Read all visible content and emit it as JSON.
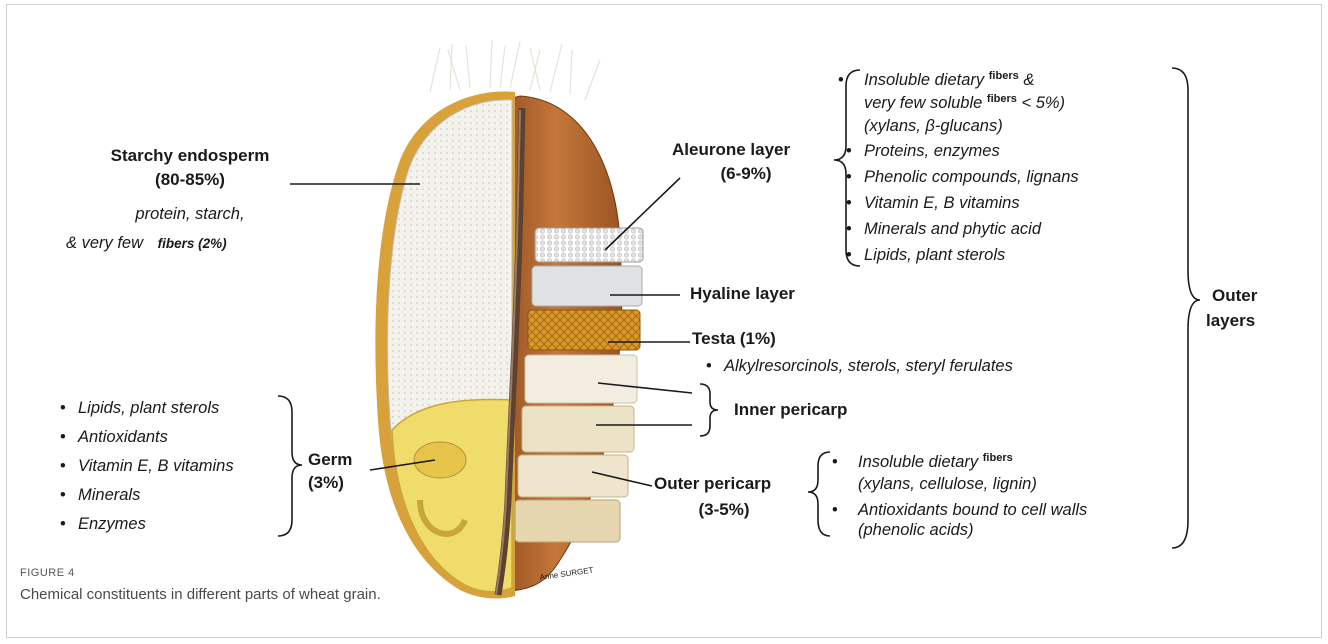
{
  "figure_label": "FIGURE 4",
  "caption": "Chemical constituents in different parts of wheat grain.",
  "signature": "Anne SURGET",
  "starchy_endosperm": {
    "title": "Starchy endosperm",
    "percent": "(80-85%)",
    "line1": "protein, starch,",
    "line2_prefix": "& very few",
    "line2_fibers": "fibers (2%)"
  },
  "germ": {
    "title": "Germ",
    "percent": "(3%)",
    "items": [
      "Lipids, plant sterols",
      "Antioxidants",
      "Vitamin E, B vitamins",
      "Minerals",
      "Enzymes"
    ]
  },
  "aleurone": {
    "title": "Aleurone layer",
    "percent": "(6-9%)",
    "item1_a": "Insoluble dietary",
    "item1_fibers": "fibers",
    "item1_b": "&",
    "item1_c": "very few soluble",
    "item1_fibers2": "fibers",
    "item1_d": "< 5%)",
    "item1_e": "(xylans, β-glucans)",
    "items": [
      "Proteins, enzymes",
      "Phenolic compounds, lignans",
      "Vitamin E, B vitamins",
      "Minerals and phytic acid",
      "Lipids, plant sterols"
    ]
  },
  "hyaline": {
    "title": "Hyaline layer"
  },
  "testa": {
    "title": "Testa (1%)",
    "item": "Alkylresorcinols, sterols, steryl ferulates"
  },
  "inner_pericarp": {
    "title": "Inner pericarp"
  },
  "outer_pericarp": {
    "title": "Outer pericarp",
    "percent": "(3-5%)",
    "item1_a": "Insoluble dietary",
    "item1_fibers": "fibers",
    "item1_b": "(xylans, cellulose, lignin)",
    "item2_a": "Antioxidants bound to cell walls",
    "item2_b": "(phenolic acids)"
  },
  "outer_layers": {
    "line1": "Outer",
    "line2": "layers"
  },
  "colors": {
    "endosperm": "#f3f1ea",
    "husk": "#b8672a",
    "crease": "#6b4a34",
    "germ": "#f2e27a",
    "testa": "#d99a2c"
  }
}
